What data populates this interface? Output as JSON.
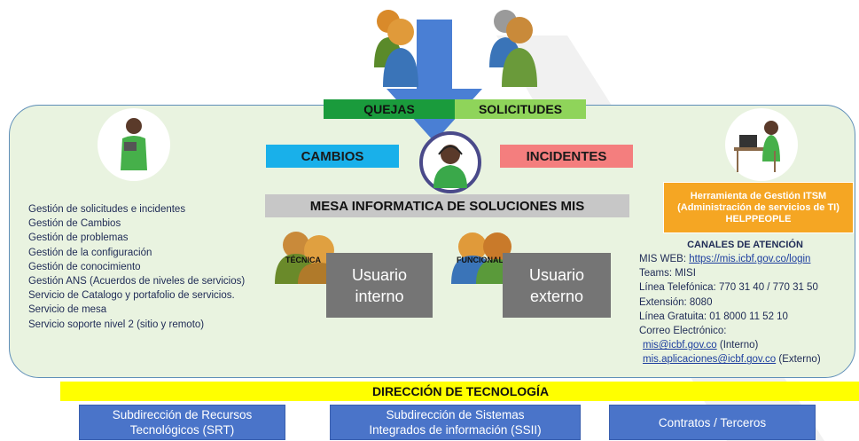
{
  "top": {
    "quejas": "QUEJAS",
    "solicitudes": "SOLICITUDES"
  },
  "categories": {
    "cambios": "CAMBIOS",
    "incidentes": "INCIDENTES"
  },
  "mesa": "MESA INFORMATICA DE SOLUCIONES MIS",
  "users": {
    "tecnica_tag": "TÉCNICA",
    "funcional_tag": "FUNCIONAL",
    "interno_line1": "Usuario",
    "interno_line2": "interno",
    "externo_line1": "Usuario",
    "externo_line2": "externo"
  },
  "services": [
    "Gestión de solicitudes e incidentes",
    "Gestión de Cambios",
    "Gestión de problemas",
    "Gestión de la configuración",
    "Gestión de conocimiento",
    "Gestión ANS (Acuerdos de niveles de servicios)",
    "Servicio de Catalogo y portafolio de servicios.",
    "Servicio de mesa",
    "Servicio soporte nivel 2 (sitio y remoto)"
  ],
  "itsm": {
    "line1": "Herramienta de Gestión ITSM",
    "line2": "(Administración de servicios de TI)",
    "line3": "HELPPEOPLE"
  },
  "canales": {
    "title": "CANALES DE ATENCIÓN",
    "mis_web_label": "MIS WEB: ",
    "mis_web_url": "https://mis.icbf.gov.co/login",
    "teams": "Teams: MISI",
    "linea_telefonica": "Línea Telefónica: 770 31 40 / 770 31 50",
    "extension": "Extensión: 8080",
    "linea_gratuita": "Línea Gratuita: 01 8000 11 52 10",
    "correo_label": "Correo Electrónico:",
    "email1": "mis@icbf.gov.co",
    "email1_note": " (Interno)",
    "email2": "mis.aplicaciones@icbf.gov.co",
    "email2_note": " (Externo)"
  },
  "direccion": "DIRECCIÓN DE TECNOLOGÍA",
  "subdirecciones": {
    "srt_line1": "Subdirección de Recursos",
    "srt_line2": "Tecnológicos (SRT)",
    "ssii_line1": "Subdirección de Sistemas",
    "ssii_line2": "Integrados de información (SSII)",
    "contratos": "Contratos / Terceros"
  },
  "colors": {
    "quejas": "#1a9b3c",
    "solicitudes": "#8fd45a",
    "cambios": "#19b0ea",
    "incidentes": "#f47e7e",
    "arrow": "#4a7fd4",
    "itsm": "#f5a623",
    "direccion": "#ffff00",
    "sub": "#4a74c9"
  }
}
